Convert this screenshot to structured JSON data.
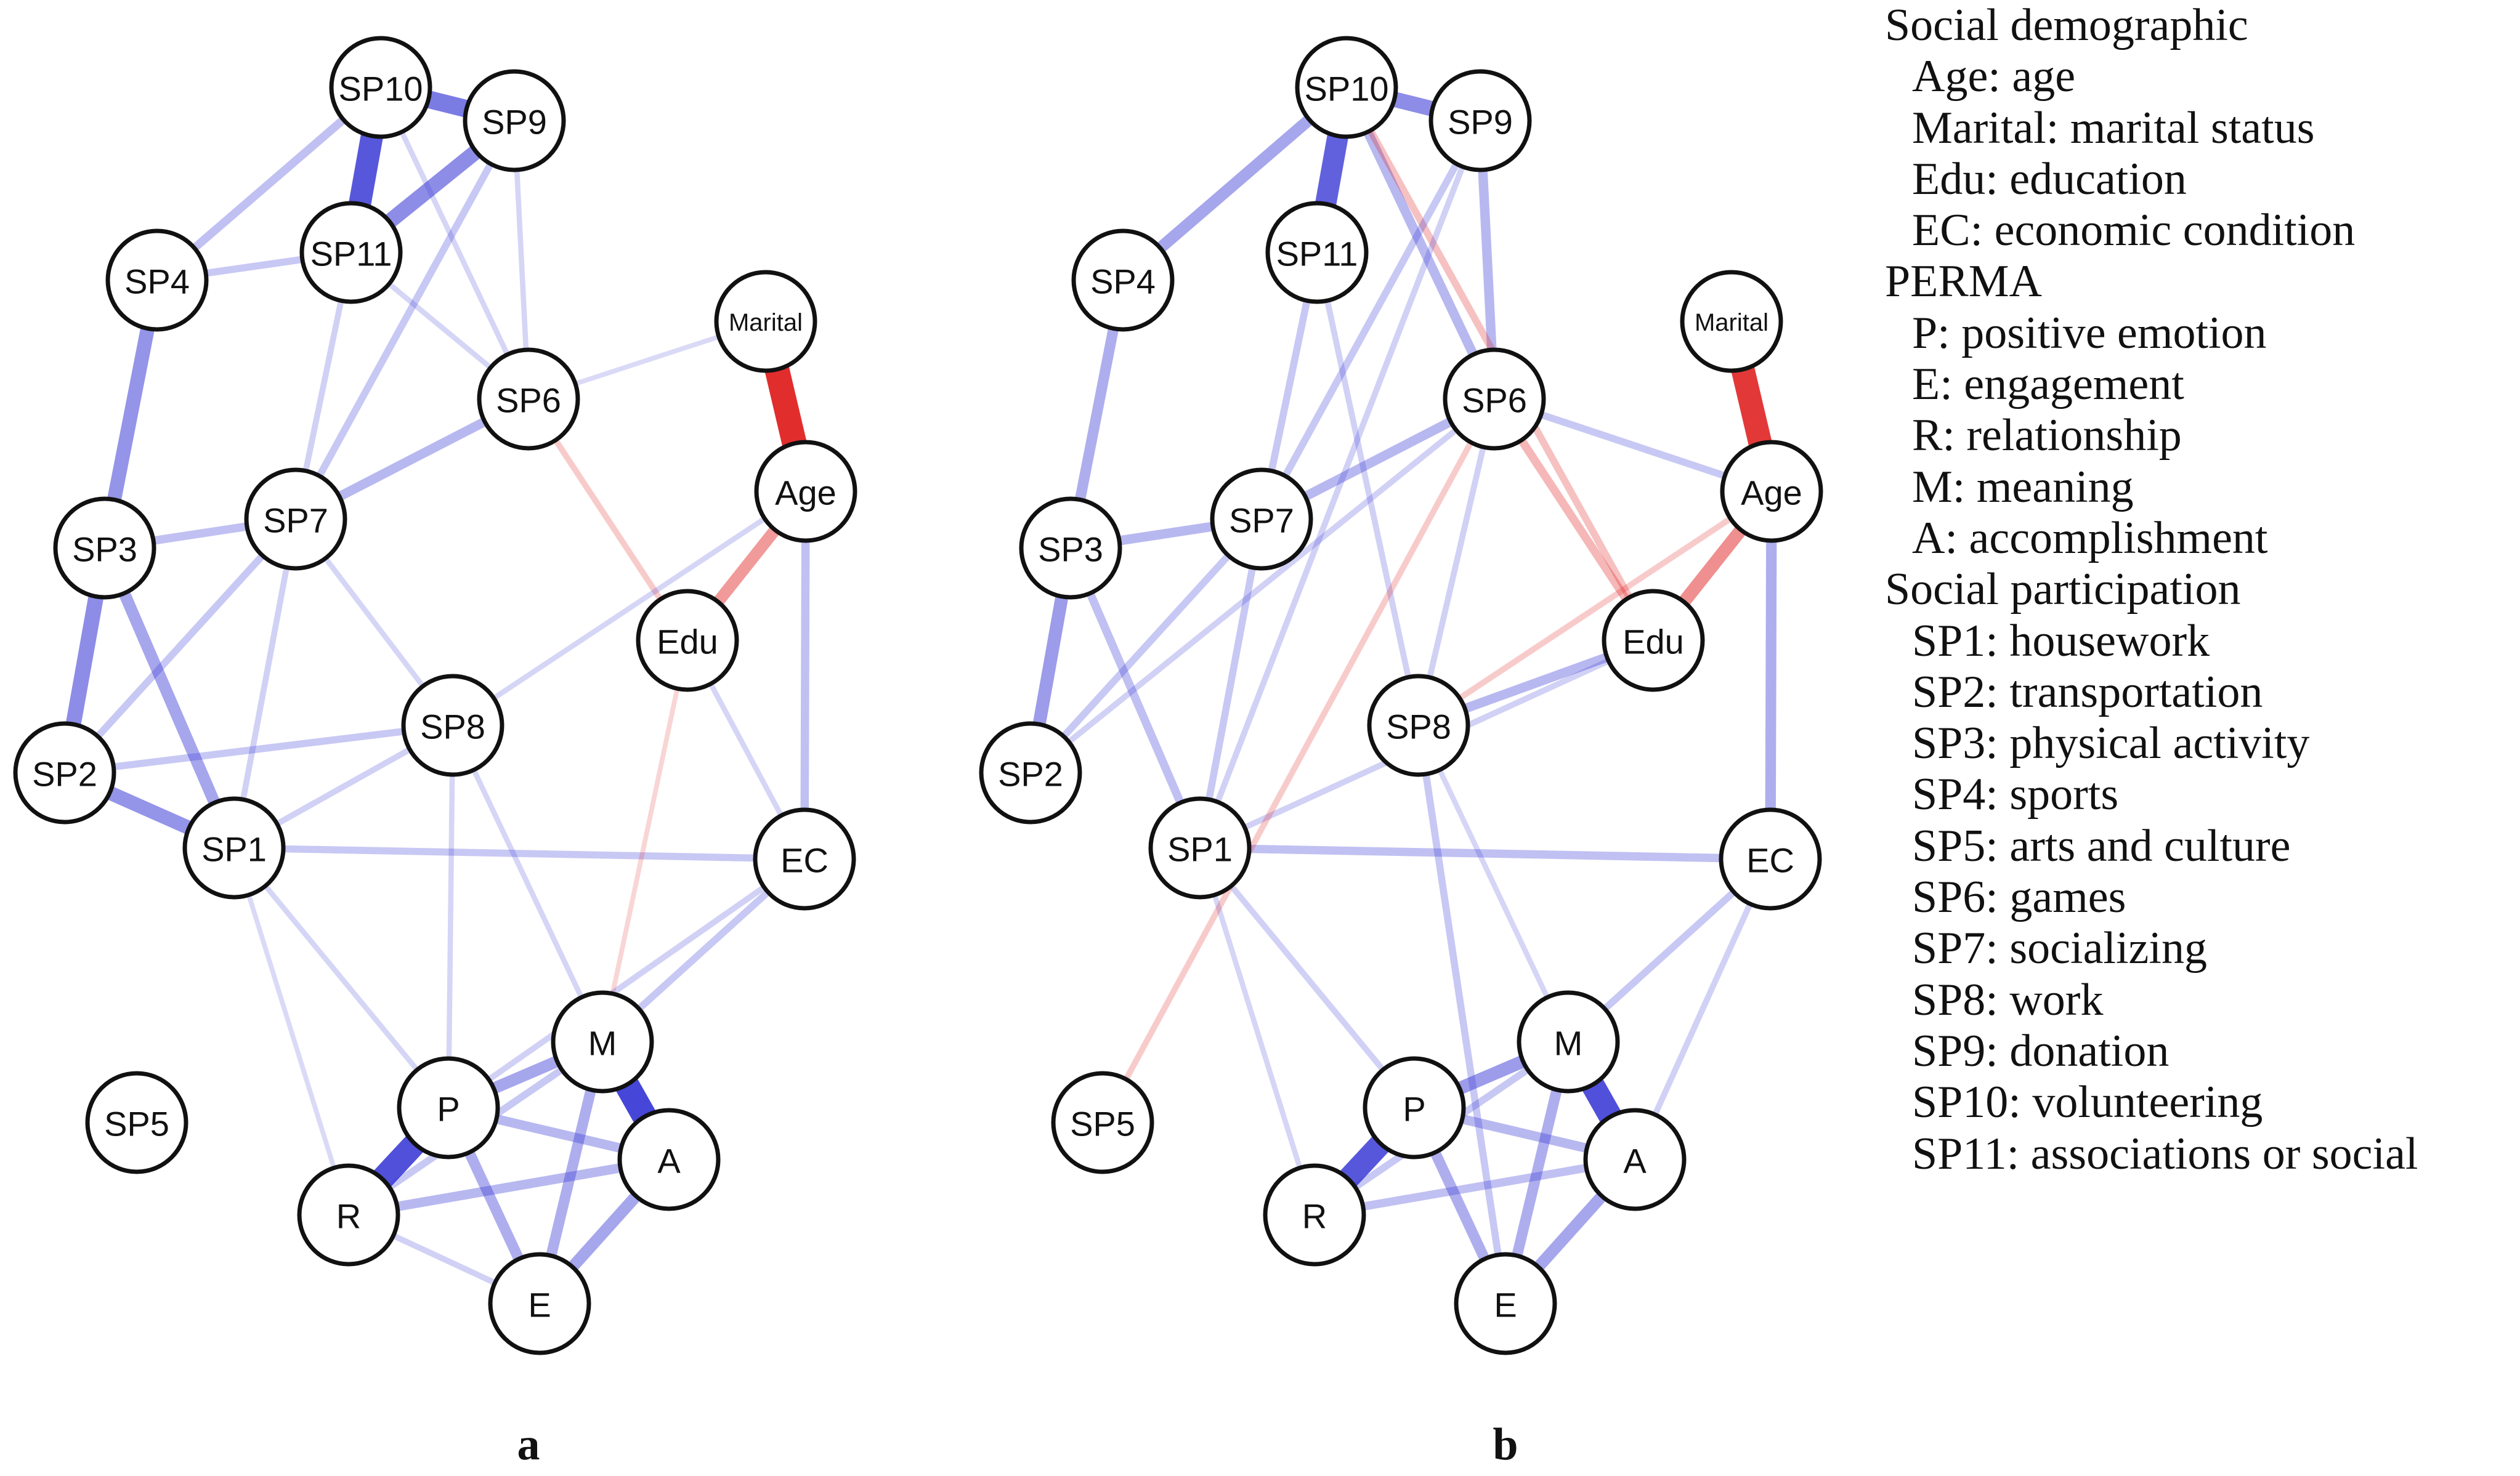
{
  "panels": [
    {
      "label": "a",
      "nodes": [
        "SP10",
        "SP9",
        "SP11",
        "SP4",
        "Marital",
        "SP6",
        "Age",
        "SP3",
        "SP7",
        "Edu",
        "SP8",
        "SP2",
        "SP1",
        "EC",
        "M",
        "P",
        "SP5",
        "A",
        "R",
        "E"
      ],
      "edges": [
        {
          "from": "SP10",
          "to": "SP9",
          "sign": "positive",
          "strength": 0.65
        },
        {
          "from": "SP10",
          "to": "SP11",
          "sign": "positive",
          "strength": 0.85
        },
        {
          "from": "SP11",
          "to": "SP9",
          "sign": "positive",
          "strength": 0.55
        },
        {
          "from": "SP4",
          "to": "SP10",
          "sign": "positive",
          "strength": 0.25
        },
        {
          "from": "SP4",
          "to": "SP11",
          "sign": "positive",
          "strength": 0.2
        },
        {
          "from": "SP4",
          "to": "SP3",
          "sign": "positive",
          "strength": 0.5
        },
        {
          "from": "SP3",
          "to": "SP2",
          "sign": "positive",
          "strength": 0.55
        },
        {
          "from": "SP2",
          "to": "SP1",
          "sign": "positive",
          "strength": 0.5
        },
        {
          "from": "SP3",
          "to": "SP1",
          "sign": "positive",
          "strength": 0.4
        },
        {
          "from": "SP3",
          "to": "SP7",
          "sign": "positive",
          "strength": 0.25
        },
        {
          "from": "SP7",
          "to": "SP6",
          "sign": "positive",
          "strength": 0.3
        },
        {
          "from": "SP7",
          "to": "SP9",
          "sign": "positive",
          "strength": 0.2
        },
        {
          "from": "SP7",
          "to": "SP11",
          "sign": "positive",
          "strength": 0.15
        },
        {
          "from": "SP7",
          "to": "SP2",
          "sign": "positive",
          "strength": 0.2
        },
        {
          "from": "SP7",
          "to": "SP1",
          "sign": "positive",
          "strength": 0.15
        },
        {
          "from": "SP7",
          "to": "SP8",
          "sign": "positive",
          "strength": 0.12
        },
        {
          "from": "SP2",
          "to": "SP8",
          "sign": "positive",
          "strength": 0.2
        },
        {
          "from": "SP1",
          "to": "SP8",
          "sign": "positive",
          "strength": 0.15
        },
        {
          "from": "SP1",
          "to": "EC",
          "sign": "positive",
          "strength": 0.2
        },
        {
          "from": "SP6",
          "to": "SP9",
          "sign": "positive",
          "strength": 0.12
        },
        {
          "from": "SP6",
          "to": "SP10",
          "sign": "positive",
          "strength": 0.12
        },
        {
          "from": "SP6",
          "to": "SP11",
          "sign": "positive",
          "strength": 0.12
        },
        {
          "from": "SP6",
          "to": "Marital",
          "sign": "positive",
          "strength": 0.1
        },
        {
          "from": "SP6",
          "to": "Edu",
          "sign": "negative",
          "strength": 0.15
        },
        {
          "from": "Marital",
          "to": "Age",
          "sign": "negative",
          "strength": 0.95
        },
        {
          "from": "Age",
          "to": "Edu",
          "sign": "negative",
          "strength": 0.4
        },
        {
          "from": "Age",
          "to": "EC",
          "sign": "positive",
          "strength": 0.25
        },
        {
          "from": "Age",
          "to": "SP8",
          "sign": "positive",
          "strength": 0.12
        },
        {
          "from": "Edu",
          "to": "EC",
          "sign": "positive",
          "strength": 0.12
        },
        {
          "from": "Edu",
          "to": "M",
          "sign": "negative",
          "strength": 0.1
        },
        {
          "from": "EC",
          "to": "M",
          "sign": "positive",
          "strength": 0.2
        },
        {
          "from": "EC",
          "to": "P",
          "sign": "positive",
          "strength": 0.15
        },
        {
          "from": "SP8",
          "to": "M",
          "sign": "positive",
          "strength": 0.12
        },
        {
          "from": "SP8",
          "to": "P",
          "sign": "positive",
          "strength": 0.12
        },
        {
          "from": "SP1",
          "to": "P",
          "sign": "positive",
          "strength": 0.12
        },
        {
          "from": "SP1",
          "to": "R",
          "sign": "positive",
          "strength": 0.1
        },
        {
          "from": "M",
          "to": "A",
          "sign": "positive",
          "strength": 0.95
        },
        {
          "from": "P",
          "to": "R",
          "sign": "positive",
          "strength": 0.9
        },
        {
          "from": "P",
          "to": "M",
          "sign": "positive",
          "strength": 0.4
        },
        {
          "from": "P",
          "to": "A",
          "sign": "positive",
          "strength": 0.3
        },
        {
          "from": "P",
          "to": "E",
          "sign": "positive",
          "strength": 0.35
        },
        {
          "from": "R",
          "to": "A",
          "sign": "positive",
          "strength": 0.3
        },
        {
          "from": "R",
          "to": "E",
          "sign": "positive",
          "strength": 0.15
        },
        {
          "from": "E",
          "to": "A",
          "sign": "positive",
          "strength": 0.4
        },
        {
          "from": "E",
          "to": "M",
          "sign": "positive",
          "strength": 0.35
        },
        {
          "from": "R",
          "to": "M",
          "sign": "positive",
          "strength": 0.2
        }
      ]
    },
    {
      "label": "b",
      "nodes": [
        "SP10",
        "SP9",
        "SP11",
        "SP4",
        "Marital",
        "SP6",
        "Age",
        "SP3",
        "SP7",
        "Edu",
        "SP8",
        "SP2",
        "SP1",
        "EC",
        "M",
        "P",
        "SP5",
        "A",
        "R",
        "E"
      ],
      "edges": [
        {
          "from": "SP10",
          "to": "SP9",
          "sign": "positive",
          "strength": 0.55
        },
        {
          "from": "SP10",
          "to": "SP11",
          "sign": "positive",
          "strength": 0.8
        },
        {
          "from": "SP4",
          "to": "SP10",
          "sign": "positive",
          "strength": 0.4
        },
        {
          "from": "SP4",
          "to": "SP3",
          "sign": "positive",
          "strength": 0.35
        },
        {
          "from": "SP3",
          "to": "SP2",
          "sign": "positive",
          "strength": 0.45
        },
        {
          "from": "SP3",
          "to": "SP7",
          "sign": "positive",
          "strength": 0.3
        },
        {
          "from": "SP3",
          "to": "SP1",
          "sign": "positive",
          "strength": 0.25
        },
        {
          "from": "SP10",
          "to": "SP6",
          "sign": "positive",
          "strength": 0.3
        },
        {
          "from": "SP9",
          "to": "SP6",
          "sign": "positive",
          "strength": 0.3
        },
        {
          "from": "SP10",
          "to": "Edu",
          "sign": "negative",
          "strength": 0.2
        },
        {
          "from": "SP11",
          "to": "SP7",
          "sign": "positive",
          "strength": 0.2
        },
        {
          "from": "SP11",
          "to": "SP8",
          "sign": "positive",
          "strength": 0.15
        },
        {
          "from": "SP9",
          "to": "SP7",
          "sign": "positive",
          "strength": 0.2
        },
        {
          "from": "SP9",
          "to": "SP1",
          "sign": "positive",
          "strength": 0.15
        },
        {
          "from": "SP7",
          "to": "SP6",
          "sign": "positive",
          "strength": 0.3
        },
        {
          "from": "SP7",
          "to": "SP2",
          "sign": "positive",
          "strength": 0.2
        },
        {
          "from": "SP7",
          "to": "SP1",
          "sign": "positive",
          "strength": 0.2
        },
        {
          "from": "SP6",
          "to": "Age",
          "sign": "positive",
          "strength": 0.2
        },
        {
          "from": "SP6",
          "to": "Edu",
          "sign": "negative",
          "strength": 0.25
        },
        {
          "from": "SP6",
          "to": "SP8",
          "sign": "positive",
          "strength": 0.15
        },
        {
          "from": "SP6",
          "to": "SP2",
          "sign": "positive",
          "strength": 0.15
        },
        {
          "from": "Marital",
          "to": "Age",
          "sign": "negative",
          "strength": 0.9
        },
        {
          "from": "Age",
          "to": "Edu",
          "sign": "negative",
          "strength": 0.45
        },
        {
          "from": "Age",
          "to": "EC",
          "sign": "positive",
          "strength": 0.35
        },
        {
          "from": "Age",
          "to": "SP8",
          "sign": "negative",
          "strength": 0.15
        },
        {
          "from": "Edu",
          "to": "SP8",
          "sign": "positive",
          "strength": 0.3
        },
        {
          "from": "Edu",
          "to": "SP1",
          "sign": "positive",
          "strength": 0.15
        },
        {
          "from": "SP1",
          "to": "EC",
          "sign": "positive",
          "strength": 0.25
        },
        {
          "from": "SP1",
          "to": "R",
          "sign": "positive",
          "strength": 0.12
        },
        {
          "from": "SP1",
          "to": "P",
          "sign": "positive",
          "strength": 0.15
        },
        {
          "from": "SP8",
          "to": "E",
          "sign": "positive",
          "strength": 0.2
        },
        {
          "from": "SP8",
          "to": "M",
          "sign": "positive",
          "strength": 0.12
        },
        {
          "from": "SP5",
          "to": "SP6",
          "sign": "negative",
          "strength": 0.15
        },
        {
          "from": "EC",
          "to": "M",
          "sign": "positive",
          "strength": 0.2
        },
        {
          "from": "EC",
          "to": "A",
          "sign": "positive",
          "strength": 0.15
        },
        {
          "from": "M",
          "to": "A",
          "sign": "positive",
          "strength": 0.9
        },
        {
          "from": "P",
          "to": "R",
          "sign": "positive",
          "strength": 0.85
        },
        {
          "from": "P",
          "to": "M",
          "sign": "positive",
          "strength": 0.45
        },
        {
          "from": "P",
          "to": "A",
          "sign": "positive",
          "strength": 0.3
        },
        {
          "from": "P",
          "to": "E",
          "sign": "positive",
          "strength": 0.35
        },
        {
          "from": "R",
          "to": "A",
          "sign": "positive",
          "strength": 0.25
        },
        {
          "from": "R",
          "to": "M",
          "sign": "positive",
          "strength": 0.2
        },
        {
          "from": "E",
          "to": "A",
          "sign": "positive",
          "strength": 0.4
        },
        {
          "from": "E",
          "to": "M",
          "sign": "positive",
          "strength": 0.35
        }
      ]
    }
  ],
  "edge_colors": {
    "positive": "#3a3ad6",
    "negative": "#e02020"
  },
  "legend": [
    {
      "heading": "Social demographic",
      "items": [
        "Age: age",
        "Marital: marital status",
        "Edu: education",
        "EC: economic condition"
      ]
    },
    {
      "heading": "PERMA",
      "items": [
        "P: positive emotion",
        "E: engagement",
        "R: relationship",
        "M: meaning",
        "A: accomplishment"
      ]
    },
    {
      "heading": "Social participation",
      "items": [
        "SP1: housework",
        "SP2: transportation",
        "SP3: physical activity",
        "SP4: sports",
        "SP5: arts and culture",
        "SP6: games",
        "SP7: socializing",
        "SP8: work",
        "SP9: donation",
        "SP10: volunteering",
        "SP11: associations or social"
      ]
    }
  ]
}
